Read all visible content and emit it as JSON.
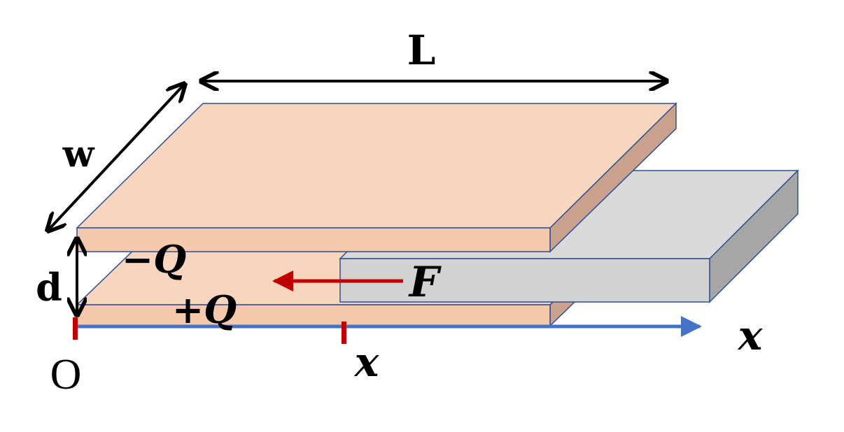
{
  "labels": {
    "length": "L",
    "width": "w",
    "gap": "d",
    "top_charge": "−Q",
    "bottom_charge": "+Q",
    "force": "F",
    "origin": "O",
    "position": "x",
    "axis": "x"
  },
  "colors": {
    "plate_top_face": "#f8d5be",
    "plate_front_face": "#f6c9ad",
    "plate_side_face": "#c9a18c",
    "dielectric_top": "#d9d9d9",
    "dielectric_front": "#d2d2d2",
    "dielectric_side": "#a6a6a6",
    "outline": "#2f4f8f",
    "axis": "#4472c4",
    "force_arrow": "#c00000",
    "tick": "#c00000",
    "dimension_arrow": "#000000"
  },
  "icons": [
    "double-arrow",
    "axis-arrow",
    "force-arrow"
  ]
}
